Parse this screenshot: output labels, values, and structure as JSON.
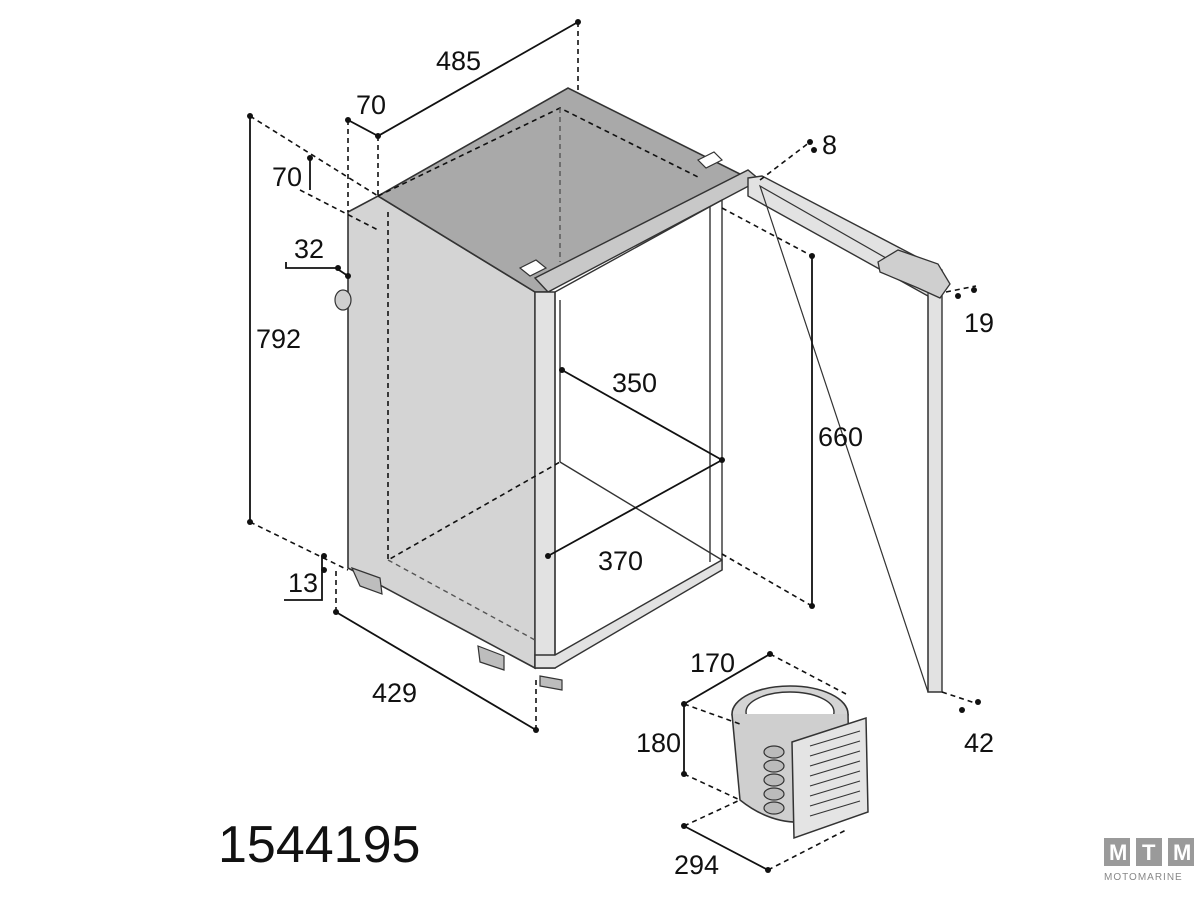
{
  "diagram": {
    "dimensions": {
      "d485": "485",
      "d70_top": "70",
      "d70_side": "70",
      "d8": "8",
      "d32": "32",
      "d792": "792",
      "d19": "19",
      "d350": "350",
      "d660": "660",
      "d370": "370",
      "d13": "13",
      "d429": "429",
      "d170": "170",
      "d180": "180",
      "d42": "42",
      "d294": "294"
    },
    "product_code": "1544195"
  },
  "logo": {
    "letters": [
      "M",
      "T",
      "M"
    ],
    "subtitle": "MOTOMARINE"
  },
  "colors": {
    "body_fill": "#d4d4d4",
    "top_fill": "#a9a9a9",
    "frame_fill": "#e2e2e2",
    "logo_box": "#9a9a9a"
  }
}
